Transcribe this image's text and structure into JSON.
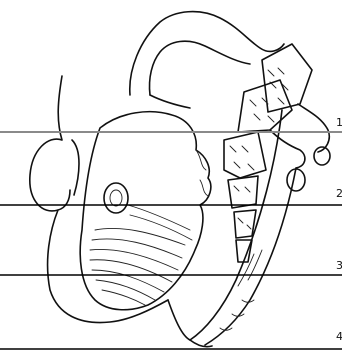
{
  "diagram": {
    "level_labels": [
      "1",
      "2",
      "3",
      "4"
    ],
    "level_line_colors": [
      "#8a8a8a",
      "#000000",
      "#000000",
      "#000000"
    ]
  }
}
